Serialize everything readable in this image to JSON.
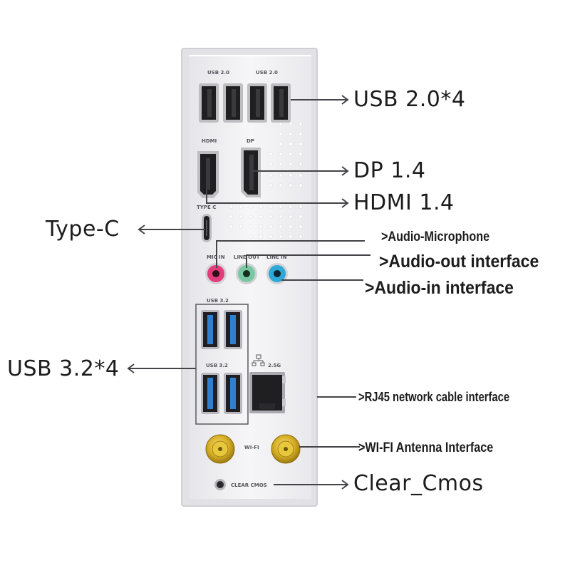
{
  "panel_labels": {
    "usb20_left": "USB 2.0",
    "usb20_right": "USB 2.0",
    "hdmi": "HDMI",
    "dp": "DP",
    "type_c": "TYPE C",
    "mic_in": "MIC IN",
    "line_out": "LINE OUT",
    "line_in": "LINE IN",
    "usb32_top": "USB 3.2",
    "usb32_bottom": "USB 3.2",
    "lan_speed": "2.5G",
    "wifi": "WI-FI",
    "clear_cmos": "CLEAR CMOS"
  },
  "callouts": {
    "usb20": "USB 2.0*4",
    "dp": "DP 1.4",
    "hdmi": "HDMI 1.4",
    "typec": "Type-C",
    "mic": ">Audio-Microphone",
    "audio_out": ">Audio-out interface",
    "audio_in": ">Audio-in interface",
    "usb32": "USB 3.2*4",
    "rj45": ">RJ45 network cable interface",
    "wifi": ">WI-FI Antenna Interface",
    "cmos": "Clear_Cmos"
  },
  "colors": {
    "panel": "#f1f1f4",
    "panel_border": "#d2d2d6",
    "port_dark": "#1f1f22",
    "usb3_blue": "#2e7fd0",
    "mic_pink": "#e23d7a",
    "line_out_green": "#7ac7a3",
    "line_in_blue": "#2ea8d6",
    "antenna_gold": "#d8b42a",
    "text": "#1c1c1c"
  }
}
